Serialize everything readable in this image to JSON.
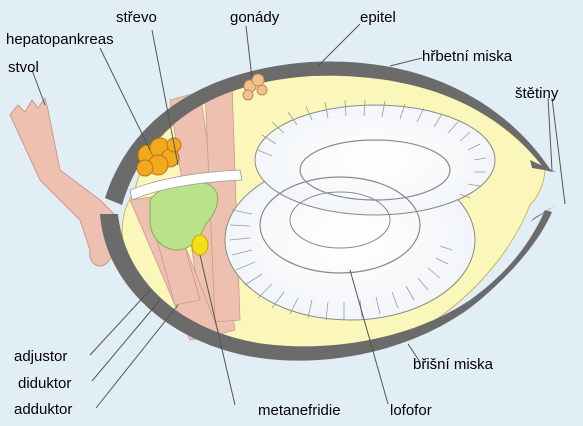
{
  "labels": {
    "strevo": "střevo",
    "gonady": "gonády",
    "epitel": "epitel",
    "hepatopankreas": "hepatopankreas",
    "hrbetni_miska": "hřbetní miska",
    "stvol": "stvol",
    "stetiny": "štětiny",
    "adjustor": "adjustor",
    "diduktor": "diduktor",
    "adduktor": "adduktor",
    "brisni_miska": "břišní miska",
    "metanefridie": "metanefridie",
    "lofofor": "lofofor"
  },
  "colors": {
    "background": "#e2eef6",
    "shell": "#6b6b6b",
    "mantle": "#fbf7bb",
    "muscle": "#eec0b0",
    "hepatopancreas": "#f2a81f",
    "gonads": "#efc28f",
    "gut": "#b9e28a",
    "nephridium": "#f6df1a",
    "lophophore": "#ffffff"
  }
}
